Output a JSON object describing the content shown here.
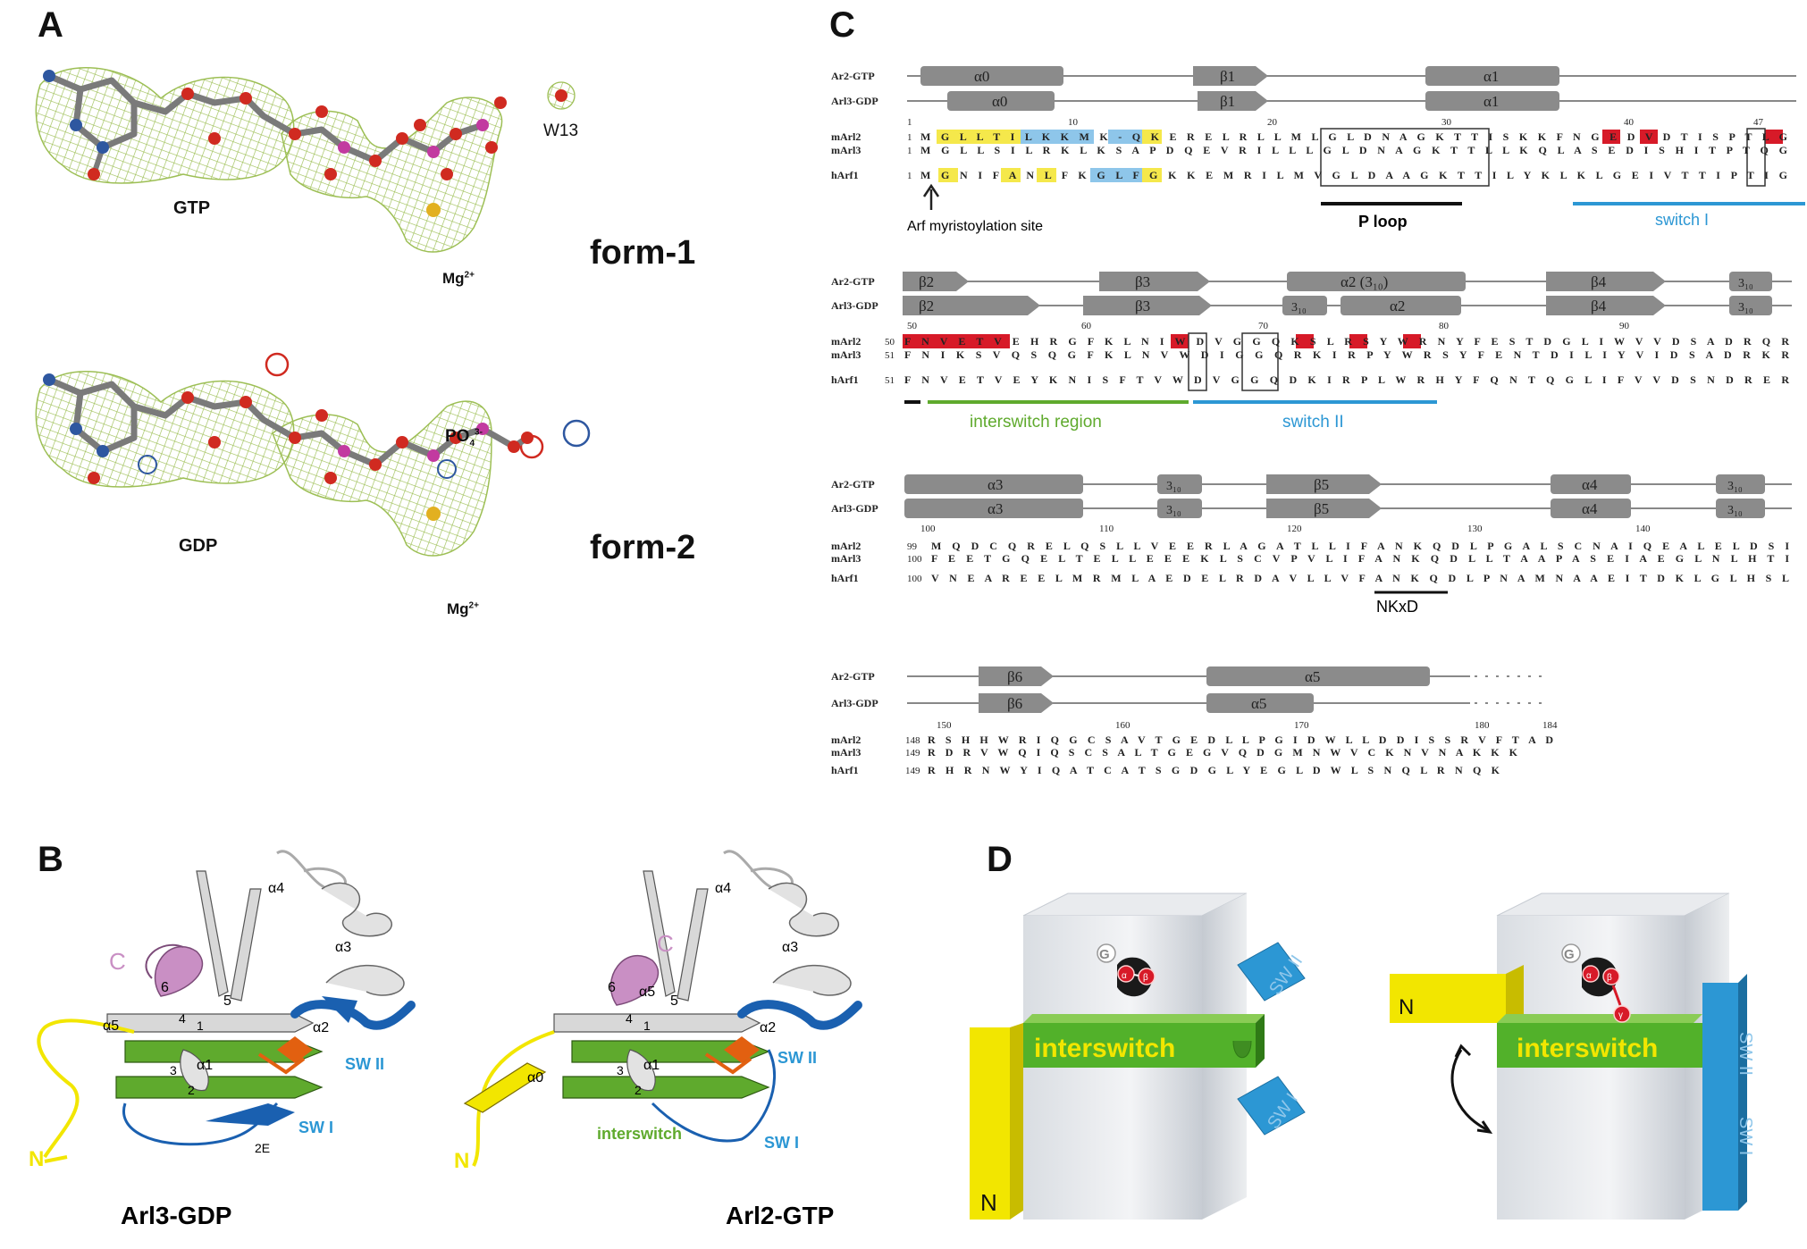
{
  "panels": {
    "a": "A",
    "b": "B",
    "c": "C",
    "d": "D"
  },
  "panel_a": {
    "form1_label": "form-1",
    "form2_label": "form-2",
    "gtp": "GTP",
    "gdp": "GDP",
    "w13": "W13",
    "mg": "Mg",
    "mg_sup": "2+",
    "po4": "PO",
    "po4_sub": "4",
    "po4_sup": "3-"
  },
  "panel_b": {
    "left_title": "Arl3-GDP",
    "right_title": "Arl2-GTP",
    "c_term": "C",
    "n_term": "N",
    "alpha0": "α0",
    "alpha1": "α1",
    "alpha2": "α2",
    "alpha3": "α3",
    "alpha4": "α4",
    "alpha5": "α5",
    "sw1": "SW I",
    "sw2": "SW II",
    "interswitch": "interswitch",
    "two_e": "2E",
    "strand1": "1",
    "strand2": "2",
    "strand3": "3",
    "strand4": "4",
    "strand5": "5",
    "strand6": "6"
  },
  "panel_c": {
    "row_labels": {
      "ar2": "Ar2-GTP",
      "ar3": "Arl3-GDP",
      "marl2": "mArl2",
      "marl3": "mArl3",
      "harf1": "hArf1"
    },
    "block1": {
      "ss_top": [
        "α0",
        "β1",
        "α1"
      ],
      "ss_bot": [
        "α0",
        "β1",
        "α1"
      ],
      "numbers": [
        "1",
        "10",
        "20",
        "30",
        "40",
        "47"
      ],
      "start_marl2": "1",
      "start_marl3": "1",
      "start_harf1": "1",
      "seq_marl2": "M G L L T I L K K M K - Q K E R E L R L L M L G L D N A G K T T I S K K F N G E D V D T I S P T L G",
      "seq_marl3": "M G L L S I L R K L K S A P D Q E V R I L L L G L D N A G K T T L L K Q L A S E D I S H I T P T Q G",
      "seq_harf1": "M G N I F A N L F K G L F G K K E M R I L M V G L D A A G K T T I L Y K L K L G E I V T T I P T I G",
      "myristoylation": "Arf myristoylation site",
      "ploop": "P loop",
      "switch1": "switch I"
    },
    "block2": {
      "ss_top": [
        "β2",
        "β3",
        "α2 (3₁₀)",
        "β4",
        "3₁₀"
      ],
      "ss_bot": [
        "β2",
        "β3",
        "3₁₀",
        "α2",
        "β4",
        "3₁₀"
      ],
      "numbers": [
        "50",
        "60",
        "70",
        "80",
        "90"
      ],
      "start_marl2": "50",
      "start_marl3": "51",
      "start_harf1": "51",
      "seq_marl2": "F N V E T V E H R G F K L N I W D V G G Q K S L R S Y W R N Y F E S T D G L I W V V D S A D R Q R",
      "seq_marl3": "F N I K S V Q S Q G F K L N V W D I G G Q R K I R P Y W R S Y F E N T D I L I Y V I D S A D R K R",
      "seq_harf1": "F N V E T V E Y K N I S F T V W D V G G Q D K I R P L W R H Y F Q N T Q G L I F V V D S N D R E R",
      "interswitch": "interswitch region",
      "switch2": "switch II"
    },
    "block3": {
      "ss_top": [
        "α3",
        "3₁₀",
        "β5",
        "α4",
        "3₁₀"
      ],
      "ss_bot": [
        "α3",
        "3₁₀",
        "β5",
        "α4",
        "3₁₀"
      ],
      "numbers": [
        "100",
        "110",
        "120",
        "130",
        "140"
      ],
      "start_marl2": "99",
      "start_marl3": "100",
      "start_harf1": "100",
      "seq_marl2": "M Q D C Q R E L Q S L L V E E R L A G A T L L I F A N K Q D L P G A L S C N A I Q E A L E L D S I",
      "seq_marl3": "F E E T G Q E L T E L L E E E K L S C V P V L I F A N K Q D L L T A A P A S E I A E G L N L H T I",
      "seq_harf1": "V N E A R E E L M R M L A E D E L R D A V L L V F A N K Q D L P N A M N A A E I T D K L G L H S L",
      "nkxd": "NKxD"
    },
    "block4": {
      "ss_top": [
        "β6",
        "α5"
      ],
      "ss_bot": [
        "β6",
        "α5"
      ],
      "numbers": [
        "150",
        "160",
        "170",
        "180",
        "184"
      ],
      "start_marl2": "148",
      "start_marl3": "149",
      "start_harf1": "149",
      "seq_marl2": "R S H H W R I Q G C S A V T G E D L L P G I D W L L D D I S S R V F T A D",
      "seq_marl3": "R D R V W Q I Q S C S A L T G E G V Q D G M N W V C K N V N A K K K",
      "seq_harf1": "R H R N W Y I Q A T C A T S G D G L Y E G L D W L S N Q L R N Q K"
    }
  },
  "panel_d": {
    "g_symbol": "G",
    "alpha": "α",
    "beta": "β",
    "gamma": "γ",
    "interswitch": "interswitch",
    "sw1": "SW I",
    "sw2": "SW II",
    "n_label": "N"
  },
  "colors": {
    "yellow": "#f2e600",
    "pink": "#c98fc4",
    "green": "#5faa2d",
    "blue": "#1a60b0",
    "sky": "#2c97d4",
    "red": "#d71a28",
    "grey": "#8b8b8b"
  }
}
